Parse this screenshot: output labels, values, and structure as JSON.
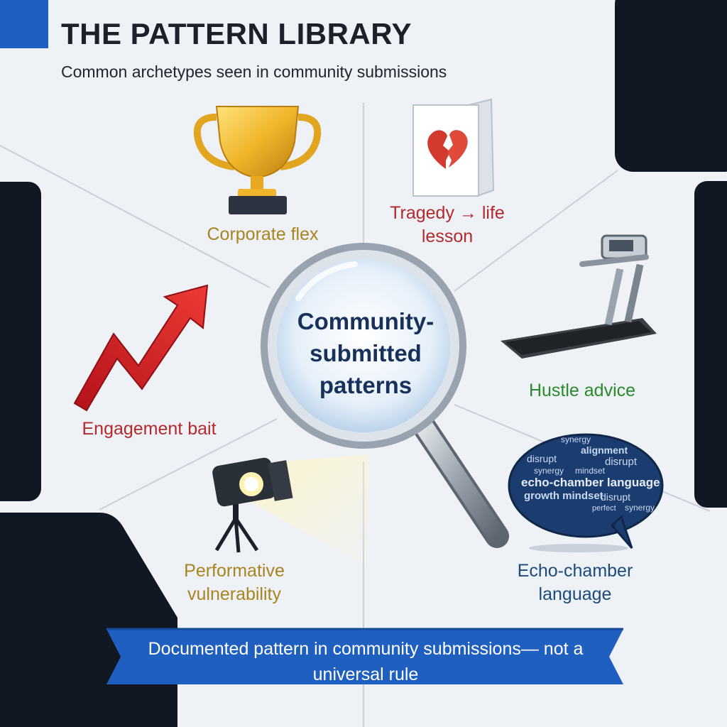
{
  "header": {
    "title": "THE PATTERN LIBRARY",
    "subtitle": "Common archetypes seen in community submissions"
  },
  "center": {
    "label": "Community-submitted patterns",
    "icon": "magnifying-glass-icon"
  },
  "patterns": [
    {
      "label": "Corporate flex",
      "icon": "trophy-icon",
      "color": "#a88520"
    },
    {
      "label": "Tragedy → life lesson",
      "icon": "broken-heart-card-icon",
      "color": "#b3292c"
    },
    {
      "label": "Hustle advice",
      "icon": "treadmill-icon",
      "color": "#2b8a2b"
    },
    {
      "label": "Engagement bait",
      "icon": "trending-arrow-icon",
      "color": "#b3292c"
    },
    {
      "label": "Performative vulnerability",
      "icon": "spotlight-icon",
      "color": "#a88520"
    },
    {
      "label": "Echo-chamber language",
      "icon": "word-cloud-bubble-icon",
      "color": "#1d4b7a"
    }
  ],
  "word_cloud": {
    "words": [
      "synergy",
      "alignment",
      "disrupt",
      "disrupt",
      "synergy",
      "mindset",
      "echo-chamber language",
      "growth mindset",
      "disrupt",
      "perfect",
      "synergy"
    ]
  },
  "banner": {
    "text": "Documented pattern in community submissions— not a universal rule",
    "color": "#1f5fbf"
  },
  "colors": {
    "background": "#eef1f5",
    "dark_panel": "#111823",
    "accent_blue": "#1f5fbf"
  }
}
